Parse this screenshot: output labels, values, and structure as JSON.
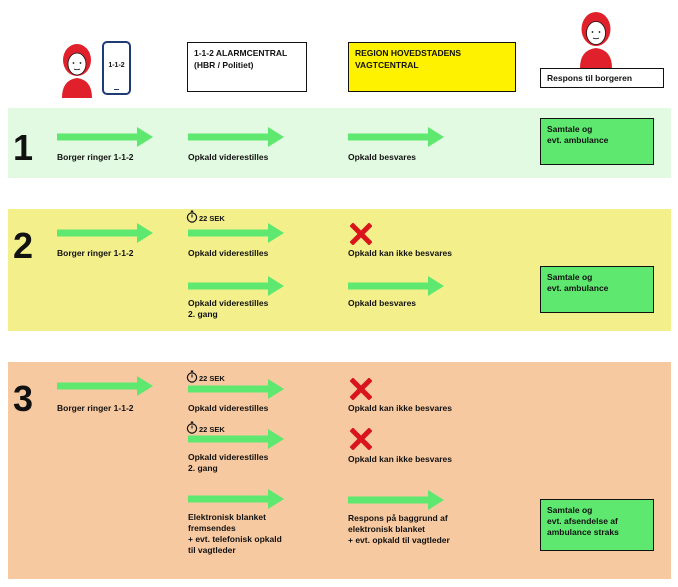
{
  "header": {
    "phone_text": "1-1-2",
    "alarm_central": "1-1-2 ALARMCENTRAL\n(HBR / Politiet)",
    "region_central": "REGION HOVEDSTADENS\nVAGTCENTRAL",
    "response_label": "Respons til borgeren"
  },
  "colors": {
    "band1": "#e2fae1",
    "band2": "#f3ef8b",
    "band3": "#f7c9a0",
    "arrow": "#5ee86f",
    "response_box": "#5ee86f",
    "region_box": "#fff200",
    "person": "#e0202a",
    "x_mark": "#d9141b"
  },
  "scenario1": {
    "number": "1",
    "citizen": "Borger ringer 1-1-2",
    "forward": "Opkald viderestilles",
    "answered": "Opkald besvares",
    "response": "Samtale og\nevt. ambulance"
  },
  "scenario2": {
    "number": "2",
    "citizen": "Borger ringer 1-1-2",
    "timer": "22 SEK",
    "forward": "Opkald viderestilles",
    "not_answered": "Opkald kan ikke besvares",
    "forward_2nd": "Opkald viderestilles\n2. gang",
    "answered": "Opkald besvares",
    "response": "Samtale og\nevt. ambulance"
  },
  "scenario3": {
    "number": "3",
    "citizen": "Borger ringer 1-1-2",
    "timer1": "22 SEK",
    "forward": "Opkald viderestilles",
    "not_answered_1": "Opkald kan ikke besvares",
    "timer2": "22 SEK",
    "forward_2nd": "Opkald viderestilles\n2. gang",
    "not_answered_2": "Opkald kan ikke besvares",
    "electronic_form": "Elektronisk blanket\nfremsendes\n+ evt. telefonisk opkald\ntil vagtleder",
    "response_form": "Respons på baggrund af\nelektronisk blanket\n+ evt. opkald til vagtleder",
    "response": "Samtale og\nevt. afsendelse af\nambulance straks"
  }
}
